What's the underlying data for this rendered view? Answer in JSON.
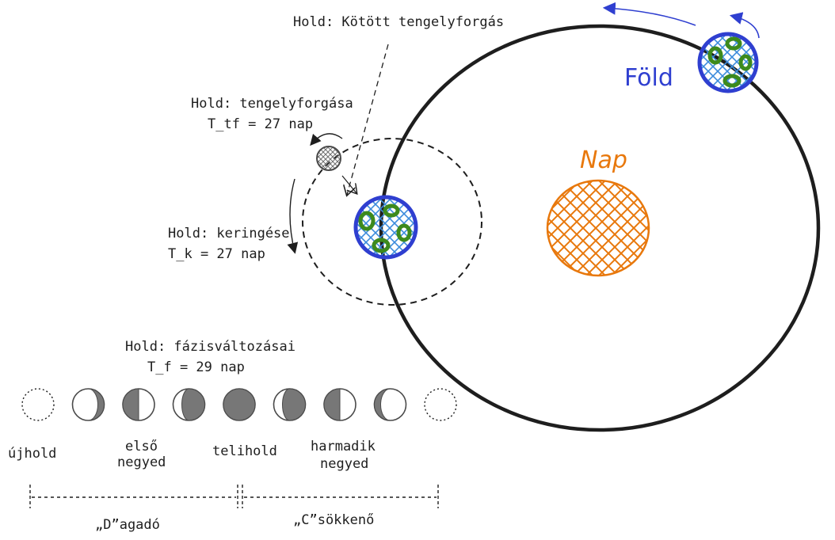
{
  "colors": {
    "ink": "#1e1e1e",
    "earth_blue": "#2f3fd0",
    "earth_water": "#3b8bdc",
    "earth_land": "#3d8a1c",
    "sun_orange": "#e8780c",
    "moon_gray": "#8a8a8a",
    "arrow_blue": "#2f3fd0"
  },
  "labels": {
    "tidal_lock": "Hold: Kötött tengelyforgás",
    "moon_rotation_line1": "Hold: tengelyforgása",
    "moon_rotation_line2": "T_tf = 27 nap",
    "moon_orbit_line1": "Hold: keringése",
    "moon_orbit_line2": "T_k = 27 nap",
    "phases_line1": "Hold: fázisváltozásai",
    "phases_line2": "T_f = 29 nap",
    "earth": "Föld",
    "sun": "Nap"
  },
  "phases": [
    {
      "name": "new-moon",
      "lit": "none"
    },
    {
      "name": "waxing-crescent",
      "lit": "crescent-left"
    },
    {
      "name": "first-quarter",
      "lit": "half-left"
    },
    {
      "name": "waxing-gibbous",
      "lit": "gibbous"
    },
    {
      "name": "full-moon",
      "lit": "full"
    },
    {
      "name": "waning-gibbous",
      "lit": "gibbous"
    },
    {
      "name": "last-quarter",
      "lit": "half-left"
    },
    {
      "name": "waning-crescent",
      "lit": "crescent-right"
    },
    {
      "name": "new-moon-end",
      "lit": "none"
    }
  ],
  "phase_labels": {
    "new_moon": "újhold",
    "first_quarter_line1": "első",
    "first_quarter_line2": "negyed",
    "full_moon": "telihold",
    "last_quarter_line1": "harmadik",
    "last_quarter_line2": "negyed"
  },
  "ranges": {
    "waxing": "„D”agadó",
    "waning": "„C”sökkenő"
  },
  "icons": {
    "earth": "earth-globe-icon",
    "sun": "sun-icon",
    "moon": "moon-icon"
  }
}
